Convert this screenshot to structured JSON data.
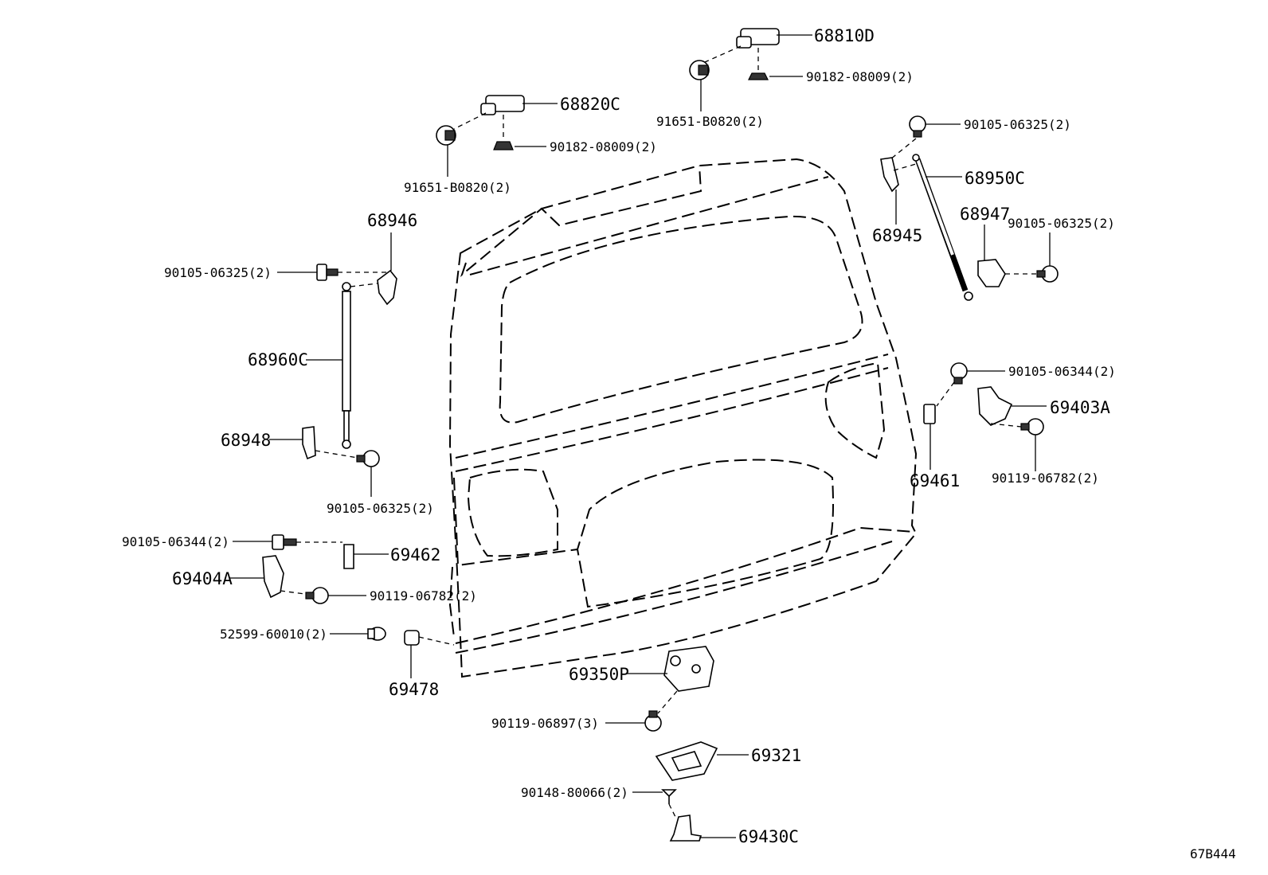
{
  "diagram_id": "67B444",
  "parts": {
    "hinge_right": "68810D",
    "nut_right": "90182-08009(2)",
    "bolt_hinge_right": "91651-B0820(2)",
    "hinge_left": "68820C",
    "nut_left": "90182-08009(2)",
    "bolt_hinge_left": "91651-B0820(2)",
    "bolt_stay_upper_right": "90105-06325(2)",
    "stay_right": "68950C",
    "bracket_upper_right": "68945",
    "bracket_lower_right": "68947",
    "bolt_stay_lower_right": "90105-06325(2)",
    "bracket_upper_left": "68946",
    "bolt_stay_upper_left": "90105-06325(2)",
    "stay_left": "68960C",
    "bracket_lower_left": "68948",
    "bolt_stay_lower_left": "90105-06325(2)",
    "bolt_striker_right": "90105-06344(2)",
    "bumper_right": "69461",
    "striker_right": "69403A",
    "bolt_dovetail_right": "90119-06782(2)",
    "bolt_striker_left": "90105-06344(2)",
    "bumper_left": "69462",
    "striker_left": "69404A",
    "bolt_dovetail_left": "90119-06782(2)",
    "cushion": "52599-60010(2)",
    "cushion_2": "69478",
    "lock": "69350P",
    "bolt_lock": "90119-06897(3)",
    "handle": "69321",
    "screw_striker": "90148-80066(2)",
    "striker_lower": "69430C"
  }
}
